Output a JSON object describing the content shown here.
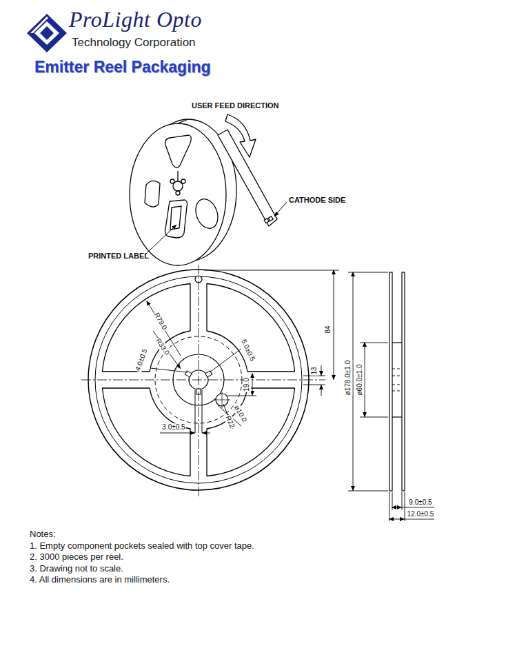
{
  "diagram": {
    "title": "Emitter Reel Packaging",
    "labels": [
      "ProLight Opto",
      "Technology Corporation",
      "USER FEED DIRECTION",
      "CATHODE SIDE",
      "PRINTED LABEL",
      "R79.0",
      "R33.0",
      "4.0±0.5",
      "5.0±0.5",
      "84",
      "19.0",
      "13",
      "ø178.0±1.0",
      "ø60.0±1.0",
      "ø10.0",
      "R22",
      "3.0±0.5",
      "9.0±0.5",
      "12.0±0.5",
      "Notes:",
      "1. Empty component pockets sealed with top cover tape.",
      "2. 3000 pieces per reel.",
      "3. Drawing not to scale.",
      "4. All dimensions are in millimeters."
    ]
  }
}
